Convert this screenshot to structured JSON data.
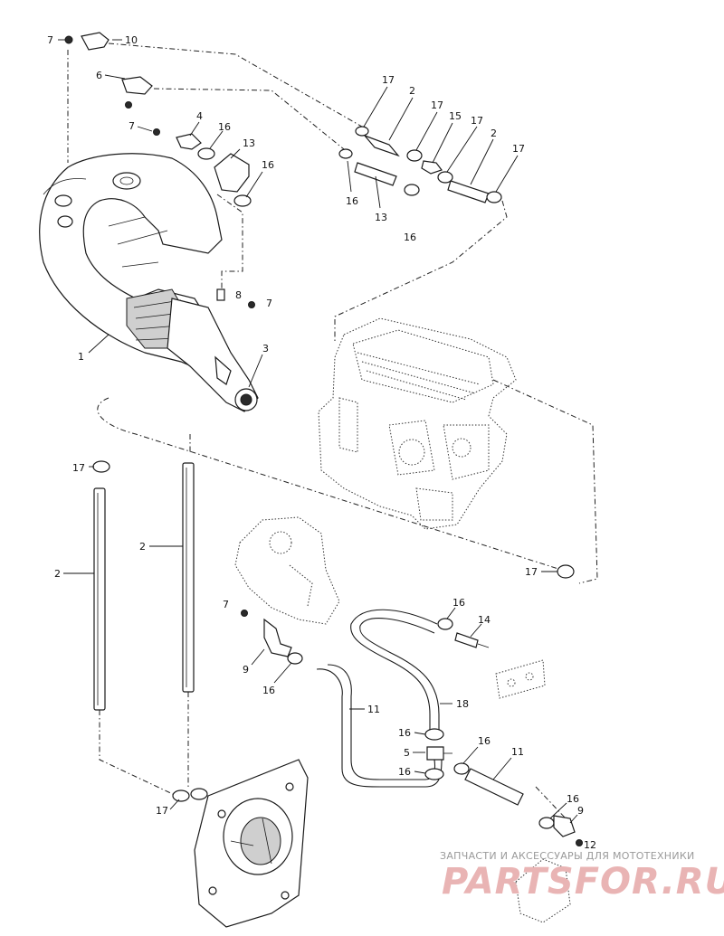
{
  "callouts": [
    {
      "id": "c7a",
      "text": "7"
    },
    {
      "id": "c10",
      "text": "10"
    },
    {
      "id": "c6",
      "text": "6"
    },
    {
      "id": "c7b",
      "text": "7"
    },
    {
      "id": "c4",
      "text": "4"
    },
    {
      "id": "c16a",
      "text": "16"
    },
    {
      "id": "c13a",
      "text": "13"
    },
    {
      "id": "c16b",
      "text": "16"
    },
    {
      "id": "c17a",
      "text": "17"
    },
    {
      "id": "c2a",
      "text": "2"
    },
    {
      "id": "c17b",
      "text": "17"
    },
    {
      "id": "c15",
      "text": "15"
    },
    {
      "id": "c17c",
      "text": "17"
    },
    {
      "id": "c2b",
      "text": "2"
    },
    {
      "id": "c17d",
      "text": "17"
    },
    {
      "id": "c16c",
      "text": "16"
    },
    {
      "id": "c13b",
      "text": "13"
    },
    {
      "id": "c16d",
      "text": "16"
    },
    {
      "id": "c8",
      "text": "8"
    },
    {
      "id": "c7c",
      "text": "7"
    },
    {
      "id": "c1",
      "text": "1"
    },
    {
      "id": "c3",
      "text": "3"
    },
    {
      "id": "c17e",
      "text": "17"
    },
    {
      "id": "c2c",
      "text": "2"
    },
    {
      "id": "c2d",
      "text": "2"
    },
    {
      "id": "c17f",
      "text": "17"
    },
    {
      "id": "c7d",
      "text": "7"
    },
    {
      "id": "c16e",
      "text": "16"
    },
    {
      "id": "c14",
      "text": "14"
    },
    {
      "id": "c9a",
      "text": "9"
    },
    {
      "id": "c16f",
      "text": "16"
    },
    {
      "id": "c11a",
      "text": "11"
    },
    {
      "id": "c18",
      "text": "18"
    },
    {
      "id": "c16g",
      "text": "16"
    },
    {
      "id": "c5",
      "text": "5"
    },
    {
      "id": "c16h",
      "text": "16"
    },
    {
      "id": "c16i",
      "text": "16"
    },
    {
      "id": "c11b",
      "text": "11"
    },
    {
      "id": "c17g",
      "text": "17"
    },
    {
      "id": "c16j",
      "text": "16"
    },
    {
      "id": "c9b",
      "text": "9"
    },
    {
      "id": "c12",
      "text": "12"
    }
  ],
  "watermark": {
    "caption": "ЗАПЧАСТИ И АКСЕССУАРЫ ДЛЯ МОТОТЕХНИКИ",
    "brand": "PARTSFOR.RU"
  }
}
